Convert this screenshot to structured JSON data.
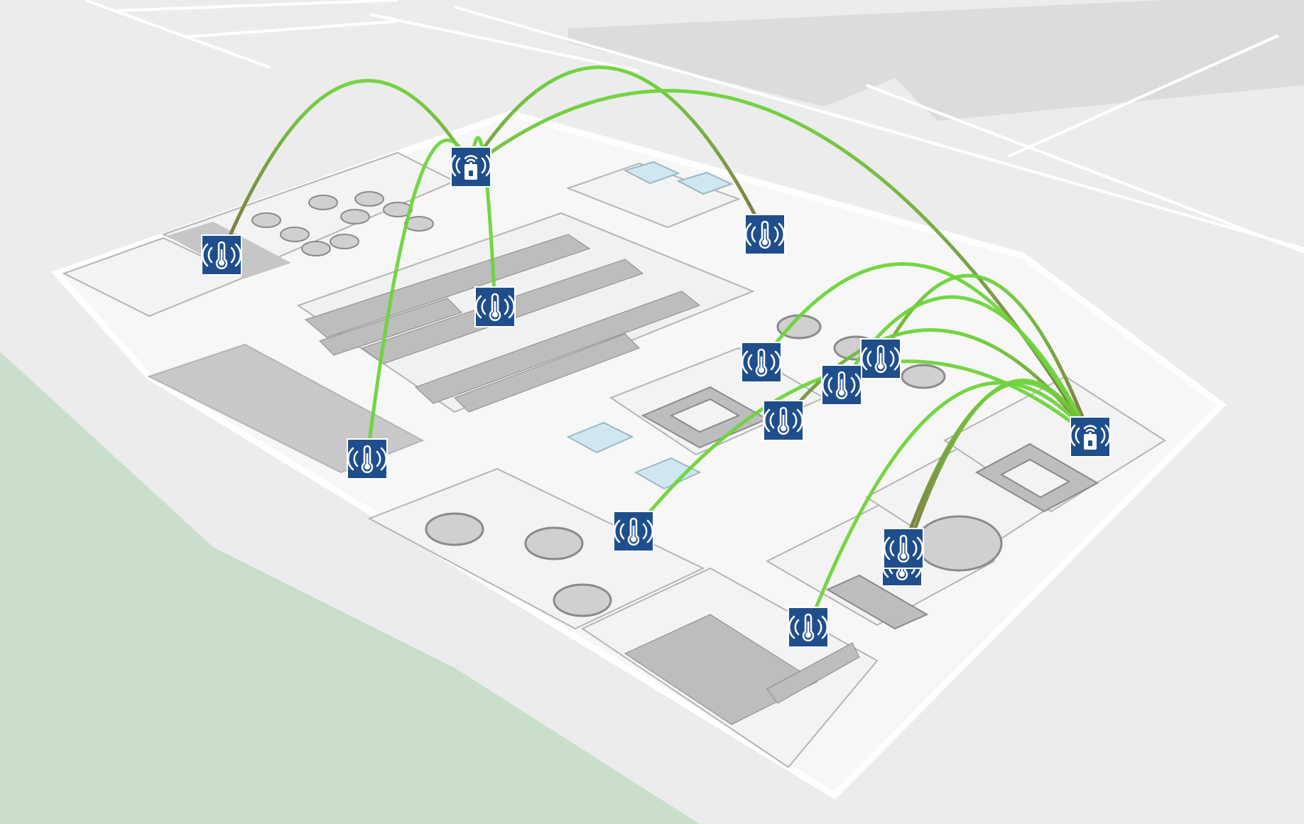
{
  "colors": {
    "background": "#ececec",
    "grass": "#c9dfcb",
    "floor": "#f7f7f7",
    "wall": "#ffffff",
    "wall_edge": "#b5b5b5",
    "furniture": "#bdbdbd",
    "furniture_edge": "#8a8a8a",
    "pool": "#cfe7f1",
    "marker_fill": "#1f4e8c",
    "link_near": "#6ed43a",
    "link_far": "#7a6a3a"
  },
  "gateways": [
    {
      "id": "gw-1",
      "icon": "wifi-gateway-icon"
    },
    {
      "id": "gw-2",
      "icon": "wifi-gateway-icon"
    }
  ],
  "sensors": [
    {
      "id": "s-1",
      "icon": "thermometer-sensor-icon"
    },
    {
      "id": "s-2",
      "icon": "thermometer-sensor-icon"
    },
    {
      "id": "s-3",
      "icon": "thermometer-sensor-icon"
    },
    {
      "id": "s-4",
      "icon": "thermometer-sensor-icon"
    },
    {
      "id": "s-5",
      "icon": "thermometer-sensor-icon"
    },
    {
      "id": "s-6",
      "icon": "thermometer-sensor-icon"
    },
    {
      "id": "s-7",
      "icon": "thermometer-sensor-icon"
    },
    {
      "id": "s-8",
      "icon": "thermometer-sensor-icon"
    },
    {
      "id": "s-9",
      "icon": "thermometer-sensor-icon"
    },
    {
      "id": "s-10",
      "icon": "thermometer-sensor-icon"
    },
    {
      "id": "s-11",
      "icon": "thermometer-sensor-icon"
    },
    {
      "id": "s-12",
      "icon": "thermometer-sensor-icon"
    }
  ],
  "links": [
    {
      "from": "s-1",
      "to": "gw-1"
    },
    {
      "from": "s-2",
      "to": "gw-1"
    },
    {
      "from": "s-3",
      "to": "gw-1"
    },
    {
      "from": "s-4",
      "to": "gw-1"
    },
    {
      "from": "gw-1",
      "to": "gw-2"
    },
    {
      "from": "s-5",
      "to": "gw-2"
    },
    {
      "from": "s-6",
      "to": "gw-2"
    },
    {
      "from": "s-7",
      "to": "gw-2"
    },
    {
      "from": "s-8",
      "to": "gw-2"
    },
    {
      "from": "s-9",
      "to": "gw-2"
    },
    {
      "from": "s-10",
      "to": "gw-2"
    },
    {
      "from": "s-11",
      "to": "gw-2"
    },
    {
      "from": "s-12",
      "to": "gw-2"
    }
  ]
}
